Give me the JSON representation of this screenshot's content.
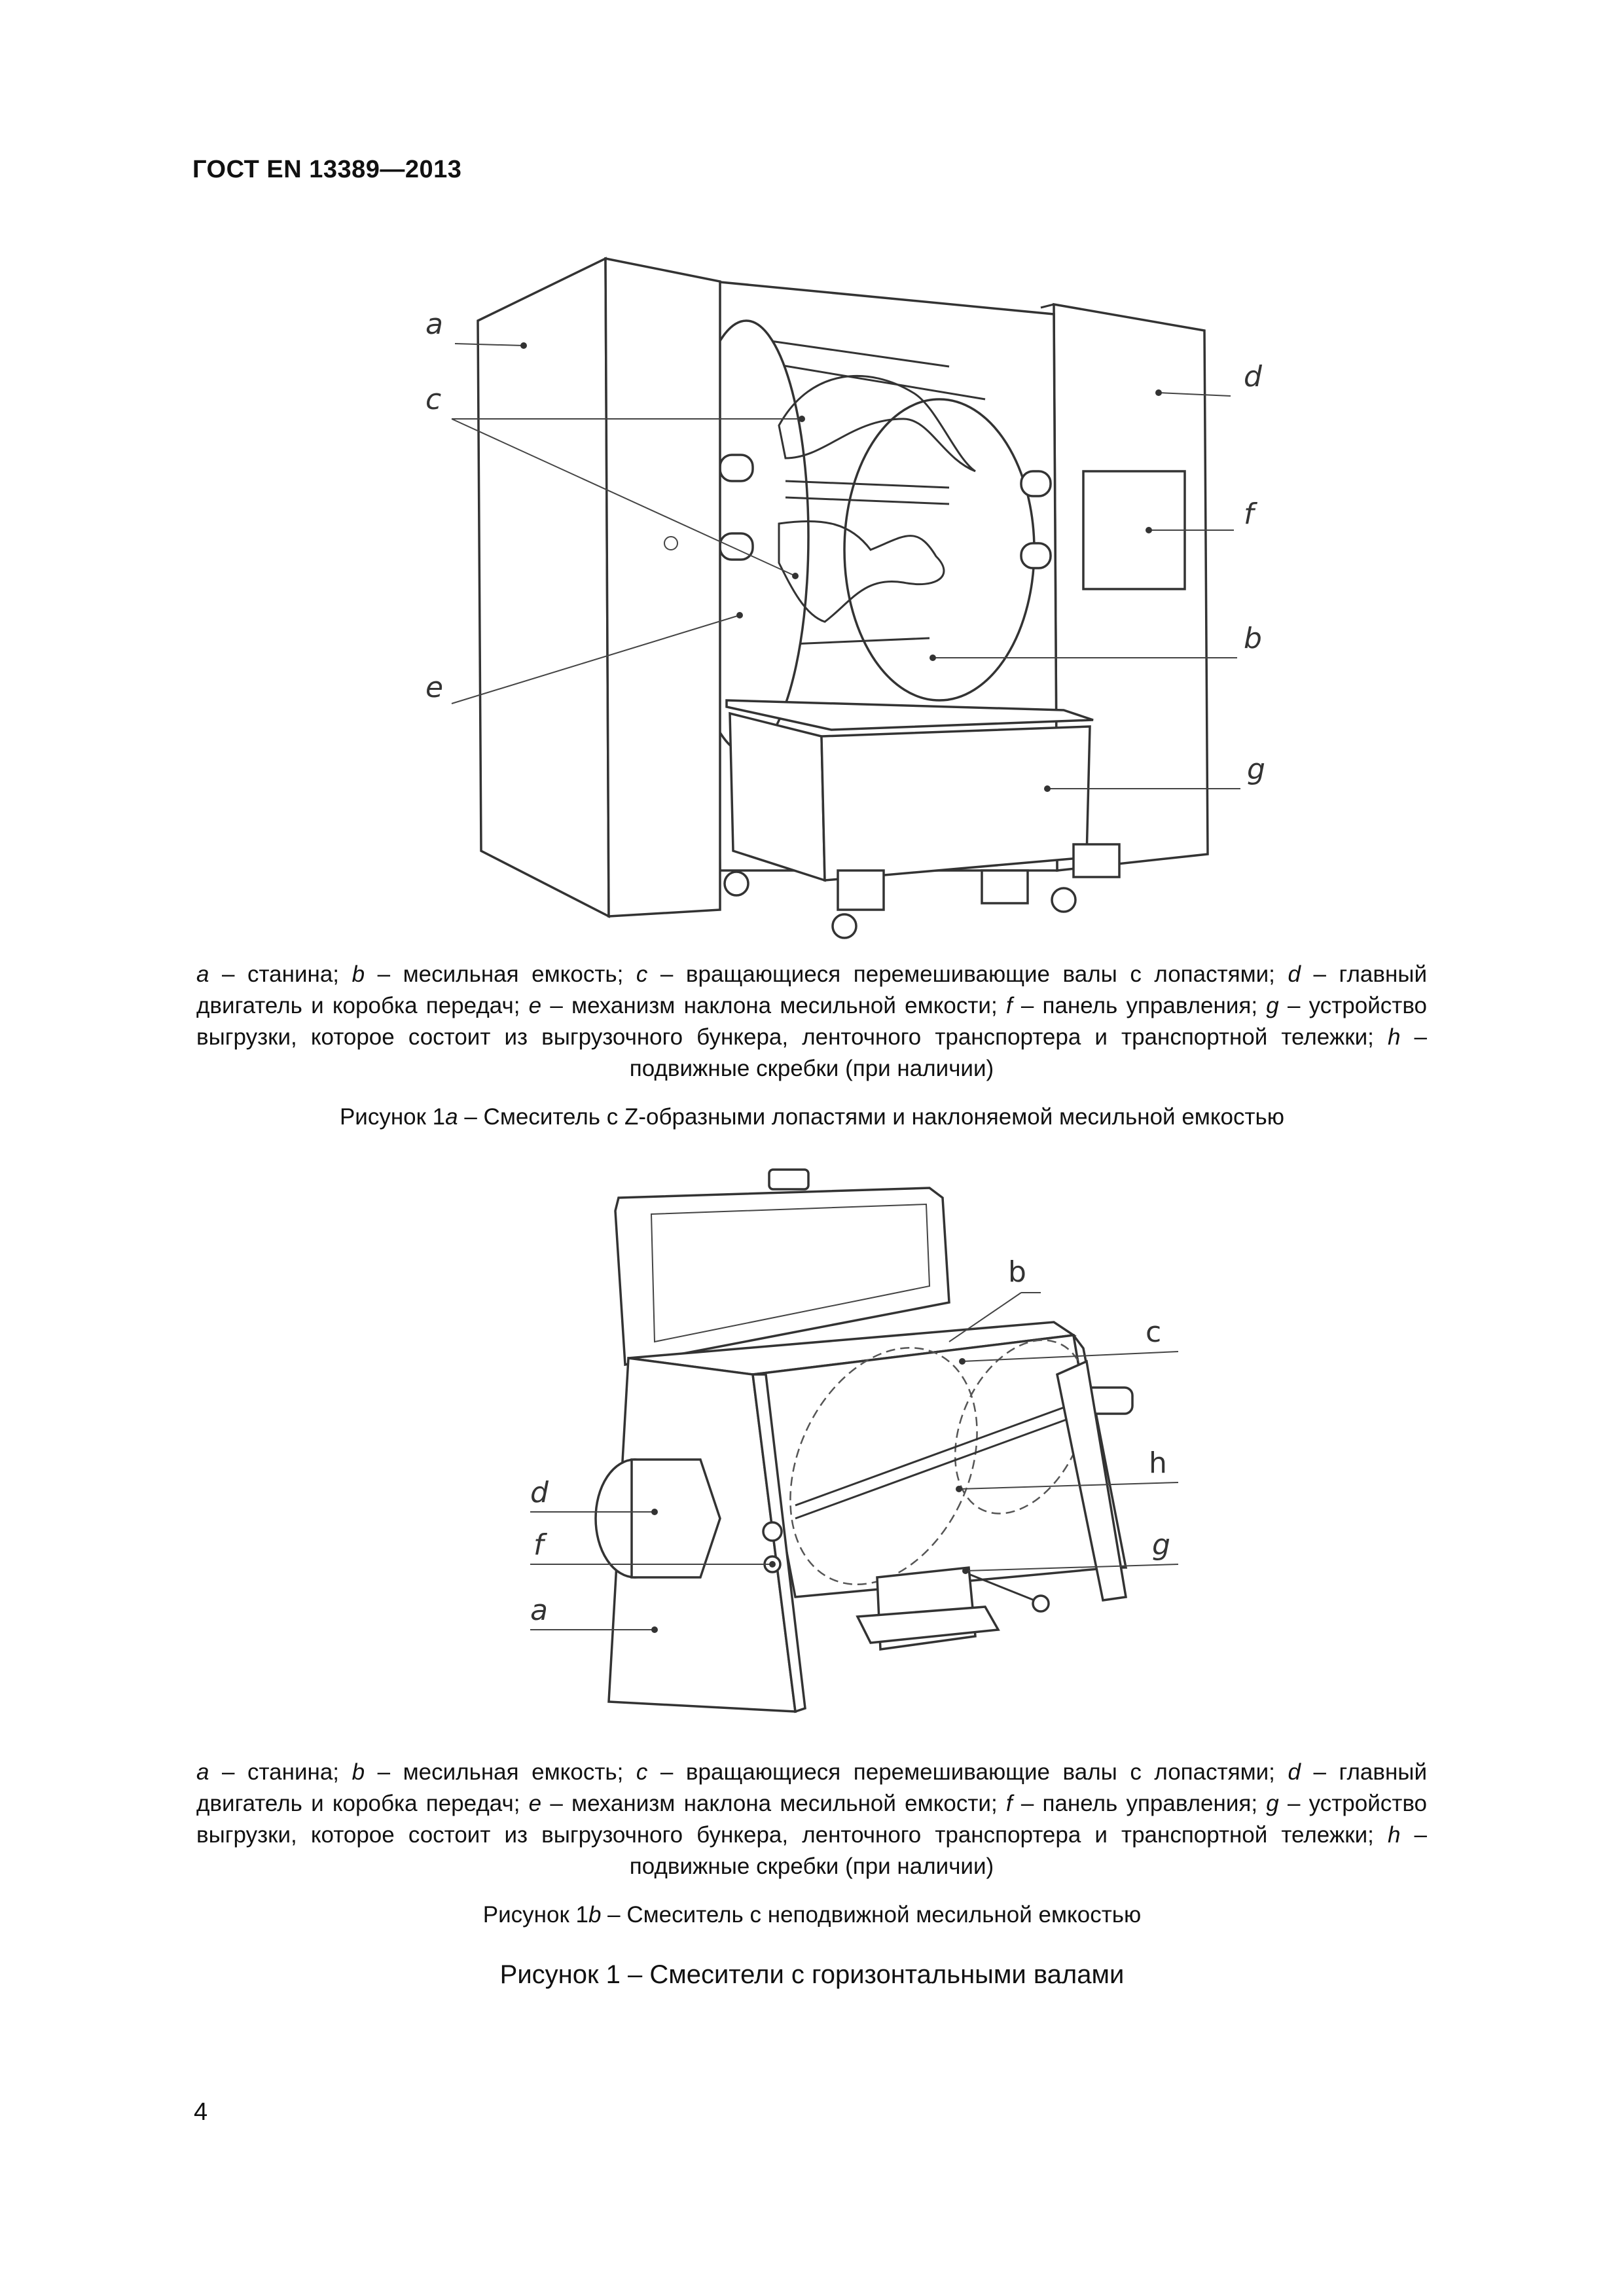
{
  "header": {
    "standard": "ГОСТ EN 13389—2013"
  },
  "figure_a": {
    "labels": [
      "a",
      "c",
      "e",
      "d",
      "f",
      "b",
      "g"
    ],
    "legend": [
      {
        "key": "a",
        "text": " – станина; "
      },
      {
        "key": "b",
        "text": " – месильная емкость; "
      },
      {
        "key": "c",
        "text": " – вращающиеся  перемешивающие  валы  с лопастями; "
      },
      {
        "key": "d",
        "text": " – главный двигатель и коробка передач; "
      },
      {
        "key": "e",
        "text": " – механизм наклона месильной емкости; "
      },
      {
        "key": "f",
        "text": " – панель управления; "
      },
      {
        "key": "g",
        "text": " – устройство выгрузки, которое состоит из выгрузочного бункера, ленточного транспортера и транспортной тележки; "
      },
      {
        "key": "h",
        "text": " – подвижные скребки (при наличии)"
      }
    ],
    "caption_prefix": "Рисунок 1",
    "caption_letter": "a",
    "caption_text": " – Смеситель с Z-образными лопастями и наклоняемой месильной емкостью"
  },
  "figure_b": {
    "labels": [
      "b",
      "c",
      "h",
      "d",
      "f",
      "g",
      "a"
    ],
    "legend": [
      {
        "key": "a",
        "text": " – станина; "
      },
      {
        "key": "b",
        "text": " – месильная емкость; "
      },
      {
        "key": "c",
        "text": " – вращающиеся  перемешивающие  валы  с лопастями; "
      },
      {
        "key": "d",
        "text": " – главный двигатель и коробка передач; "
      },
      {
        "key": "e",
        "text": " – механизм наклона месильной емкости; "
      },
      {
        "key": "f",
        "text": " – панель управления; "
      },
      {
        "key": "g",
        "text": " – устройство выгрузки, которое состоит из выгрузочного бункера, ленточного транспортера и транспортной тележки; "
      },
      {
        "key": "h",
        "text": " – подвижные скребки (при наличии)"
      }
    ],
    "caption_prefix": "Рисунок 1",
    "caption_letter": "b",
    "caption_text": " – Смеситель с неподвижной месильной емкостью"
  },
  "main_caption": "Рисунок 1 – Смесители с горизонтальными валами",
  "page_number": "4"
}
